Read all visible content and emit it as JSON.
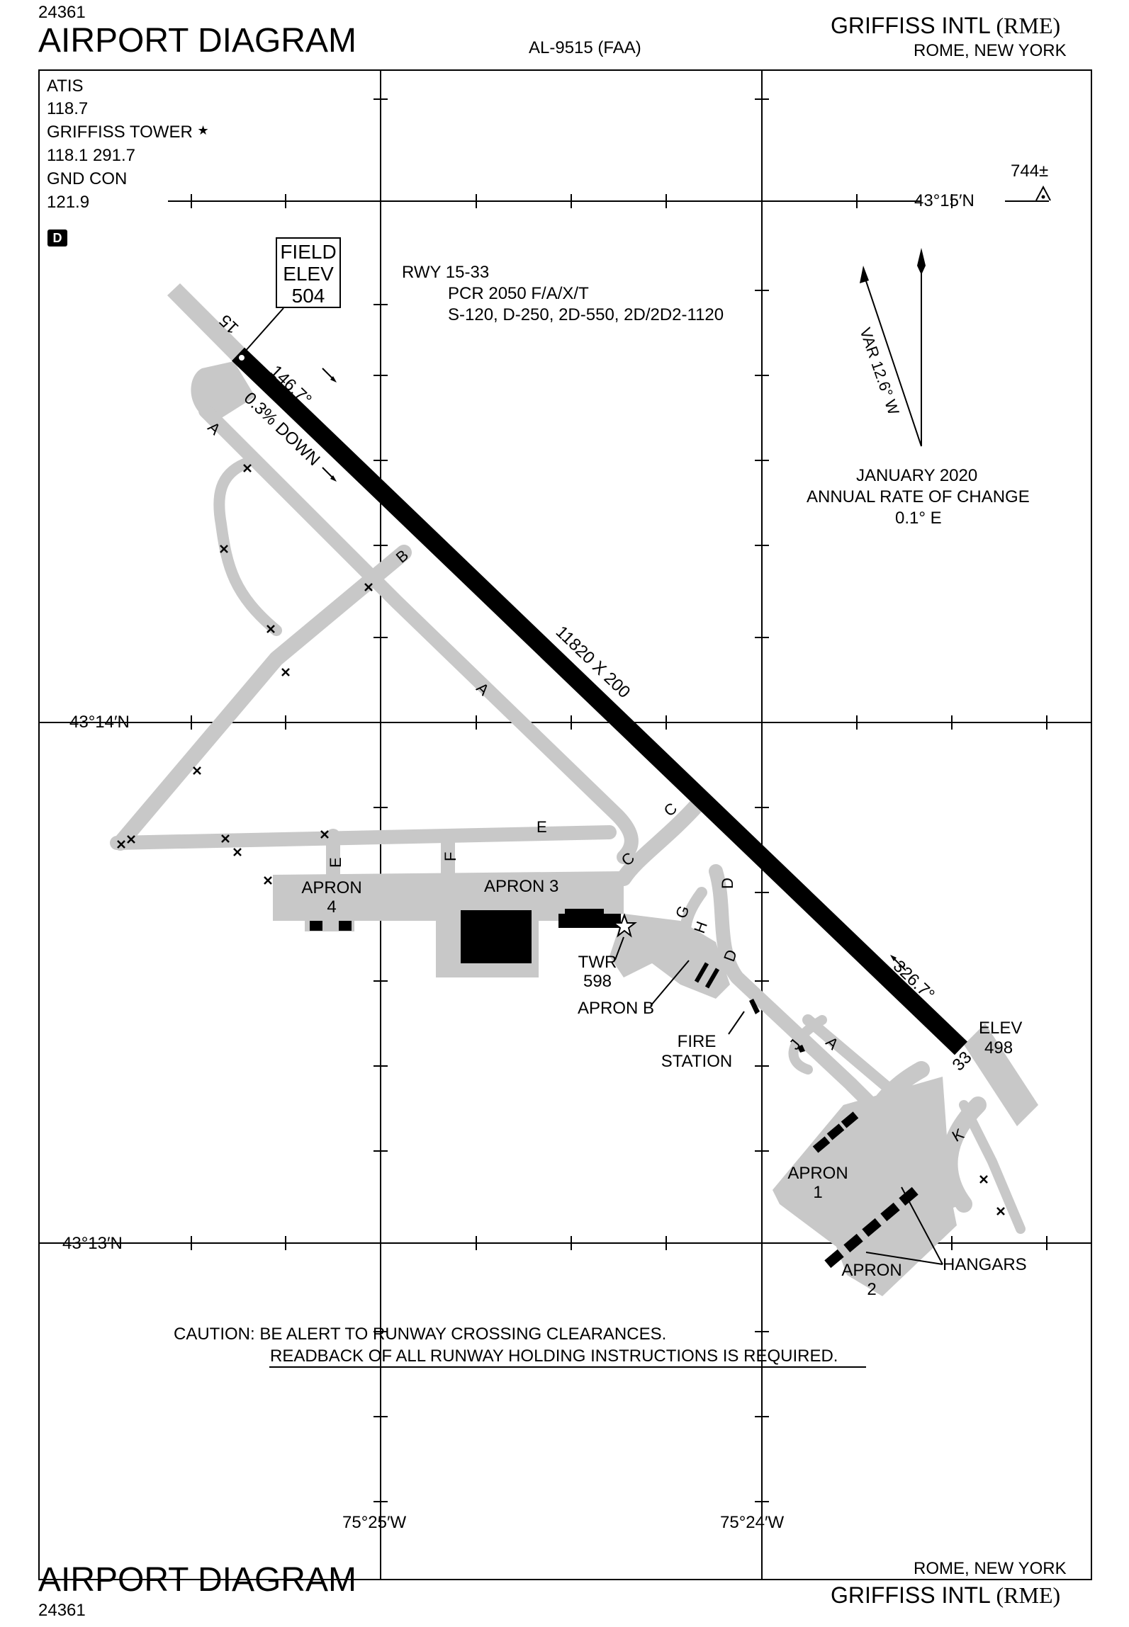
{
  "header": {
    "volume_id": "24361",
    "title": "AIRPORT DIAGRAM",
    "chart_id": "AL-9515 (FAA)",
    "airport_name": "GRIFFISS INTL",
    "airport_code": "(RME)",
    "location": "ROME, NEW YORK"
  },
  "footer": {
    "title": "AIRPORT DIAGRAM",
    "volume_id": "24361",
    "location": "ROME, NEW YORK",
    "airport_name": "GRIFFISS INTL",
    "airport_code": "(RME)"
  },
  "comms": {
    "atis_label": "ATIS",
    "atis_freq": "118.7",
    "tower_label": "GRIFFISS TOWER",
    "tower_freq": "118.1  291.7",
    "gnd_label": "GND CON",
    "gnd_freq": "121.9",
    "d_badge": "D"
  },
  "field_elev": {
    "line1": "FIELD",
    "line2": "ELEV",
    "value": "504"
  },
  "runway_info": {
    "designation": "RWY 15-33",
    "pcr": "PCR 2050 F/A/X/T",
    "strength": "S-120, D-250, 2D-550, 2D/2D2-1120",
    "dimensions": "11820 X 200",
    "heading_15": "146.7°",
    "heading_33": "326.7°",
    "gradient": "0.3% DOWN",
    "end_15": "15",
    "end_33": "33",
    "elev_33_label": "ELEV",
    "elev_33_value": "498"
  },
  "magnetic": {
    "variation": "VAR 12.6° W",
    "date": "JANUARY 2020",
    "rate_label": "ANNUAL RATE OF CHANGE",
    "rate_value": "0.1° E"
  },
  "obstacle": {
    "elevation": "744",
    "symbol": "±"
  },
  "grid": {
    "lat_top": "43°15′N",
    "lat_mid": "43°14′N",
    "lat_bot": "43°13′N",
    "lon_left": "75°25′W",
    "lon_right": "75°24′W"
  },
  "taxiways": [
    "A",
    "A",
    "B",
    "C",
    "C",
    "D",
    "D",
    "E",
    "E",
    "F",
    "G",
    "H",
    "J",
    "K"
  ],
  "areas": {
    "apron1": [
      "APRON",
      "1"
    ],
    "apron2": [
      "APRON",
      "2"
    ],
    "apron3": "APRON 3",
    "apron4": [
      "APRON",
      "4"
    ],
    "apron_b": "APRON B",
    "twr": [
      "TWR",
      "598"
    ],
    "fire_station": [
      "FIRE",
      "STATION"
    ],
    "hangars": "HANGARS"
  },
  "caution": {
    "line1": "CAUTION: BE ALERT TO RUNWAY CROSSING CLEARANCES.",
    "line2": "READBACK OF ALL RUNWAY HOLDING INSTRUCTIONS IS REQUIRED."
  },
  "colors": {
    "pavement": "#c8c8c8",
    "runway": "#000000",
    "ink": "#000000"
  }
}
